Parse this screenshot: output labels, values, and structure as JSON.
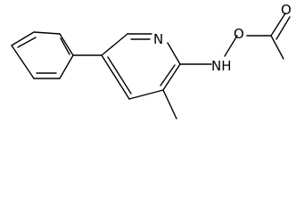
{
  "molecule": {
    "atoms": {
      "n_ring": "N",
      "nh": "NH",
      "o_link": "O",
      "o_carbonyl": "O"
    }
  },
  "colors": {
    "background": "#ffffff",
    "bond": "#000000",
    "text": "#000000"
  }
}
